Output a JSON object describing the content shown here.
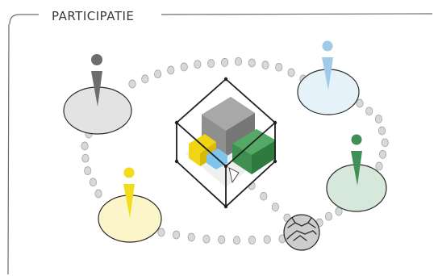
{
  "title": "PARTICIPATIE",
  "colors": {
    "outline": "#2b2b2b",
    "frame": "#6a6a6a",
    "gray": "#e3e3e3",
    "gray_person": "#6d6d6d",
    "blue": "#e6f2fa",
    "blue_person": "#9fcbe9",
    "green": "#d5e8da",
    "green_person": "#3f8f56",
    "yellow": "#fbf5c9",
    "yellow_person": "#f2dc1c",
    "dots": "#d8d8d8",
    "cube_gray": "#8f8f8f",
    "cube_green": "#3f8f4f",
    "cube_yellow": "#f1d414",
    "cube_blue": "#7ec4ec",
    "handshake_bg": "#cdcdcd"
  },
  "participants": [
    {
      "name": "participant-gray",
      "fill": "gray",
      "person": "gray_person"
    },
    {
      "name": "participant-blue",
      "fill": "blue",
      "person": "blue_person"
    },
    {
      "name": "participant-green",
      "fill": "green",
      "person": "green_person"
    },
    {
      "name": "participant-yellow",
      "fill": "yellow",
      "person": "yellow_person"
    }
  ],
  "icons": [
    "handshake-icon",
    "cube-building-icon"
  ]
}
